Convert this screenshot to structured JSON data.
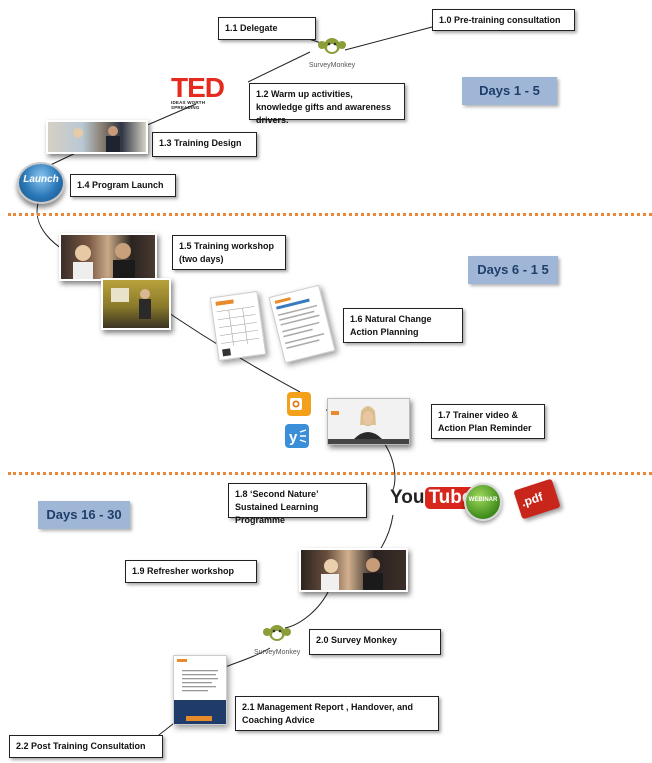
{
  "steps": {
    "s1_0": "1.0  Pre-training consultation",
    "s1_1": "1.1 Delegate",
    "s1_2": "1.2  Warm up activities, knowledge gifts and awareness drivers.",
    "s1_3": "1.3 Training Design",
    "s1_4": "1.4 Program Launch",
    "s1_5": "1.5  Training workshop (two days)",
    "s1_6": "1.6  Natural Change Action Planning",
    "s1_7": "1.7  Trainer video & Action Plan Reminder",
    "s1_8": "1.8  ‘Second Nature’ Sustained Learning Programme",
    "s1_9": "1.9  Refresher workshop",
    "s2_0": "2.0  Survey Monkey",
    "s2_1": "2.1  Management Report , Handover, and Coaching Advice",
    "s2_2": "2.2  Post Training Consultation"
  },
  "phases": {
    "p1": "Days 1 - 5",
    "p2": "Days 6 - 1 5",
    "p3": "Days 16 - 30"
  },
  "logos": {
    "surveymonkey": "SurveyMonkey",
    "ted": "TED",
    "ted_tagline": "IDEAS WORTH SPREADING",
    "launch": "Launch",
    "youtube_you": "You",
    "youtube_tube": "Tube",
    "webinar": "WEBINAR",
    "pdf": ".pdf"
  },
  "icons": [
    "surveymonkey-icon",
    "ted-logo",
    "launch-button-icon",
    "outlook-icon",
    "yammer-icon",
    "youtube-logo",
    "webinar-icon",
    "pdf-icon"
  ],
  "colors": {
    "divider": "#e8883a",
    "phase_box": "#9fb6d6",
    "phase_text": "#1f3f6a"
  }
}
